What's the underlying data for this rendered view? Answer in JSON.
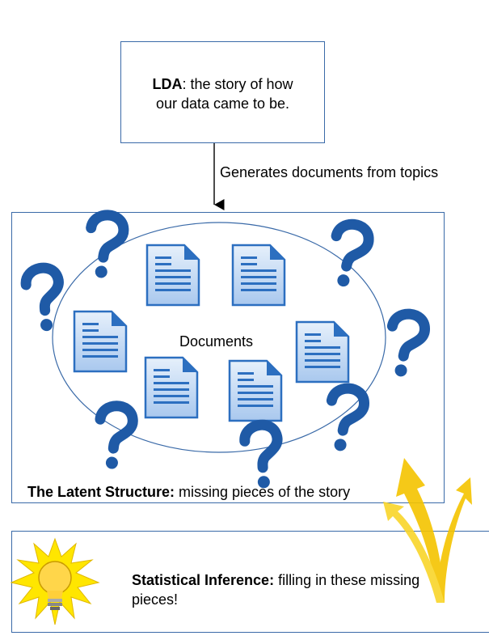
{
  "lda": {
    "bold": "LDA",
    "rest": ": the story of how",
    "line2": "our data came to be."
  },
  "arrow_label": "Generates documents from topics",
  "documents_label": "Documents",
  "latent": {
    "bold": "The Latent Structure:",
    "rest": " missing pieces of the story"
  },
  "inference": {
    "bold": "Statistical Inference:",
    "rest": " filling in these missing",
    "line2": "pieces!"
  },
  "colors": {
    "box_border": "#3a6aa8",
    "question_mark": "#1f5aa6",
    "doc_fill": "#cfe2f7",
    "doc_lines": "#2c6fc0",
    "lightbulb": "#ffd64a",
    "burst": "#ffe600",
    "arrows": "#f5c400"
  }
}
